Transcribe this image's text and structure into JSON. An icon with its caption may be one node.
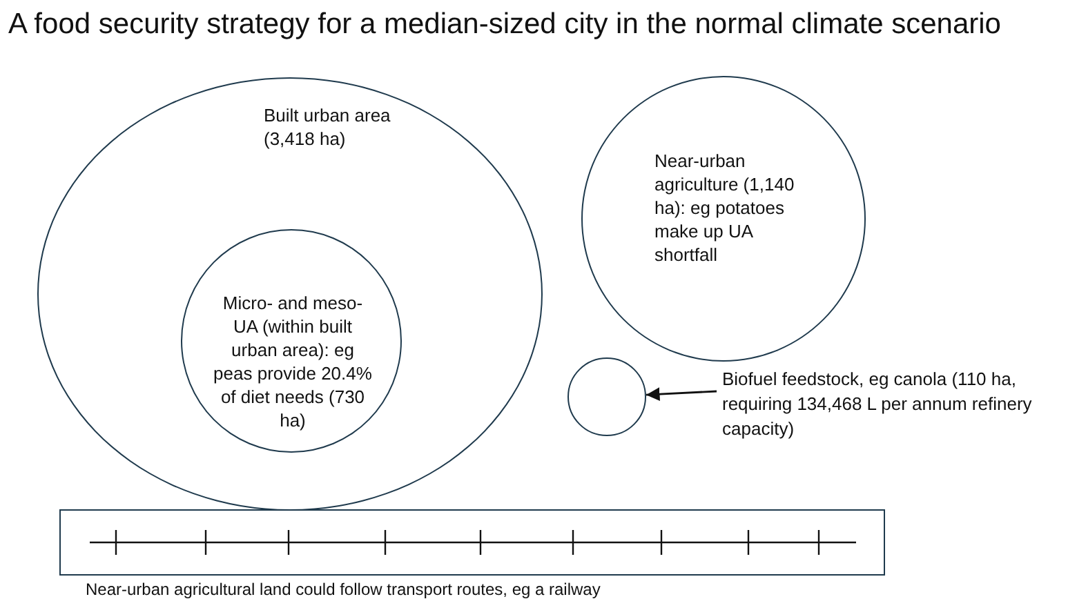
{
  "diagram": {
    "title": "A food security strategy for a median-sized city in the normal climate scenario",
    "nodes": [
      {
        "text": [
          "Built urban area (3,418 ha)"
        ]
      },
      {
        "text": [
          "Micro- and meso-UA (within built urban area): eg peas provide 20.4% of diet needs (730 ha)"
        ],
        "in": 0
      },
      {
        "text": [
          "Near-urban agriculture (1,140 ha): eg potatoes make up UA shortfall"
        ]
      },
      {
        "text": [],
        "shape": "circle"
      },
      {
        "text": [
          "Biofuel feedstock, eg canola (110 ha, requiring 134,468 L per annum refinery capacity)"
        ]
      },
      {
        "text": [
          "Near-urban agricultural land could follow transport routes, eg a railway"
        ]
      }
    ],
    "edges": [
      {
        "from": 4,
        "to": 3,
        "arrow": "to"
      }
    ]
  }
}
